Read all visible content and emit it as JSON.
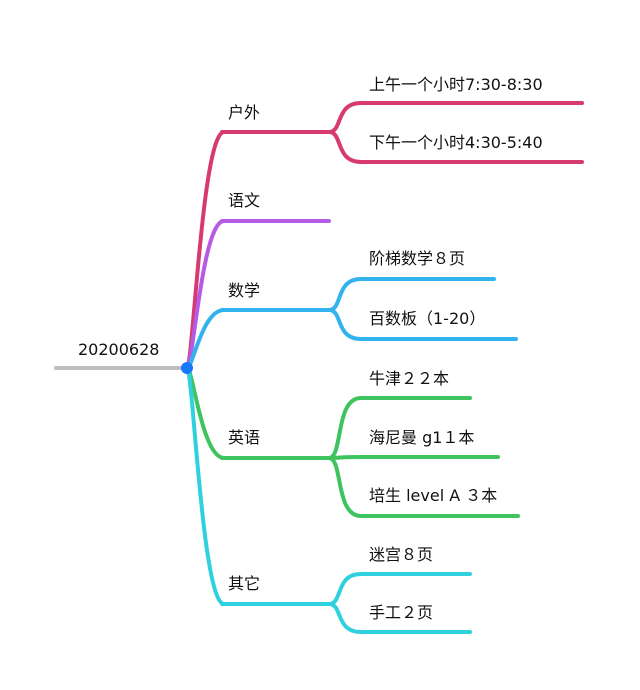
{
  "root": {
    "label": "20200628",
    "line_color": "#bdbdbd",
    "node_color": "#1677ff"
  },
  "branches": [
    {
      "label": "户外",
      "color": "#d63a6e",
      "children": [
        "上午一个小时7:30-8:30",
        "下午一个小时4:30-5:40"
      ]
    },
    {
      "label": "语文",
      "color": "#b65be6",
      "children": []
    },
    {
      "label": "数学",
      "color": "#32b3ee",
      "children": [
        "阶梯数学８页",
        "百数板（1-20）"
      ]
    },
    {
      "label": "英语",
      "color": "#3ec35e",
      "children": [
        "牛津２２本",
        "海尼曼 g1１本",
        "培生 level A ３本"
      ]
    },
    {
      "label": "其它",
      "color": "#2fd1de",
      "children": [
        "迷宫８页",
        "手工２页"
      ]
    }
  ]
}
